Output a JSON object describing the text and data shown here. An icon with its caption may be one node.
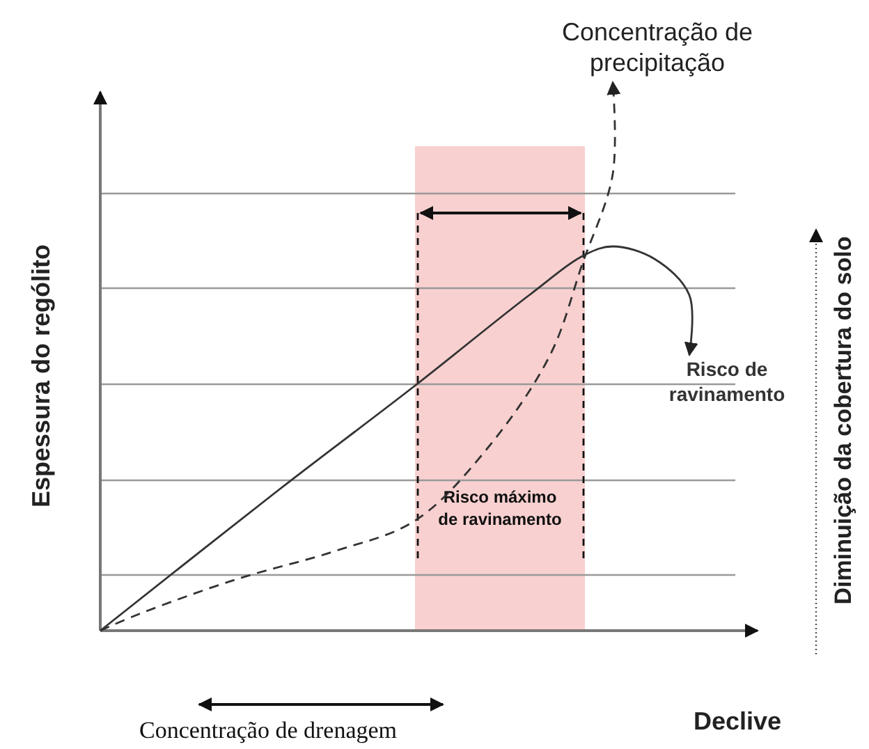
{
  "diagram": {
    "nodes": [
      {
        "text": [
          "Concentração de precipitação"
        ]
      },
      {
        "text": [
          "Risco máximo de ravinamento"
        ]
      },
      {
        "text": [
          "Risco de ravinamento"
        ]
      }
    ],
    "edges": [
      {
        "from": null,
        "to": 0,
        "arrow": "to",
        "style": "dashed"
      },
      {
        "from": null,
        "to": 2,
        "arrow": "to"
      }
    ],
    "labels": [
      "Espessura do rególito",
      "Diminuição da cobertura do solo",
      "Concentração de drenagem",
      "Declive"
    ]
  }
}
